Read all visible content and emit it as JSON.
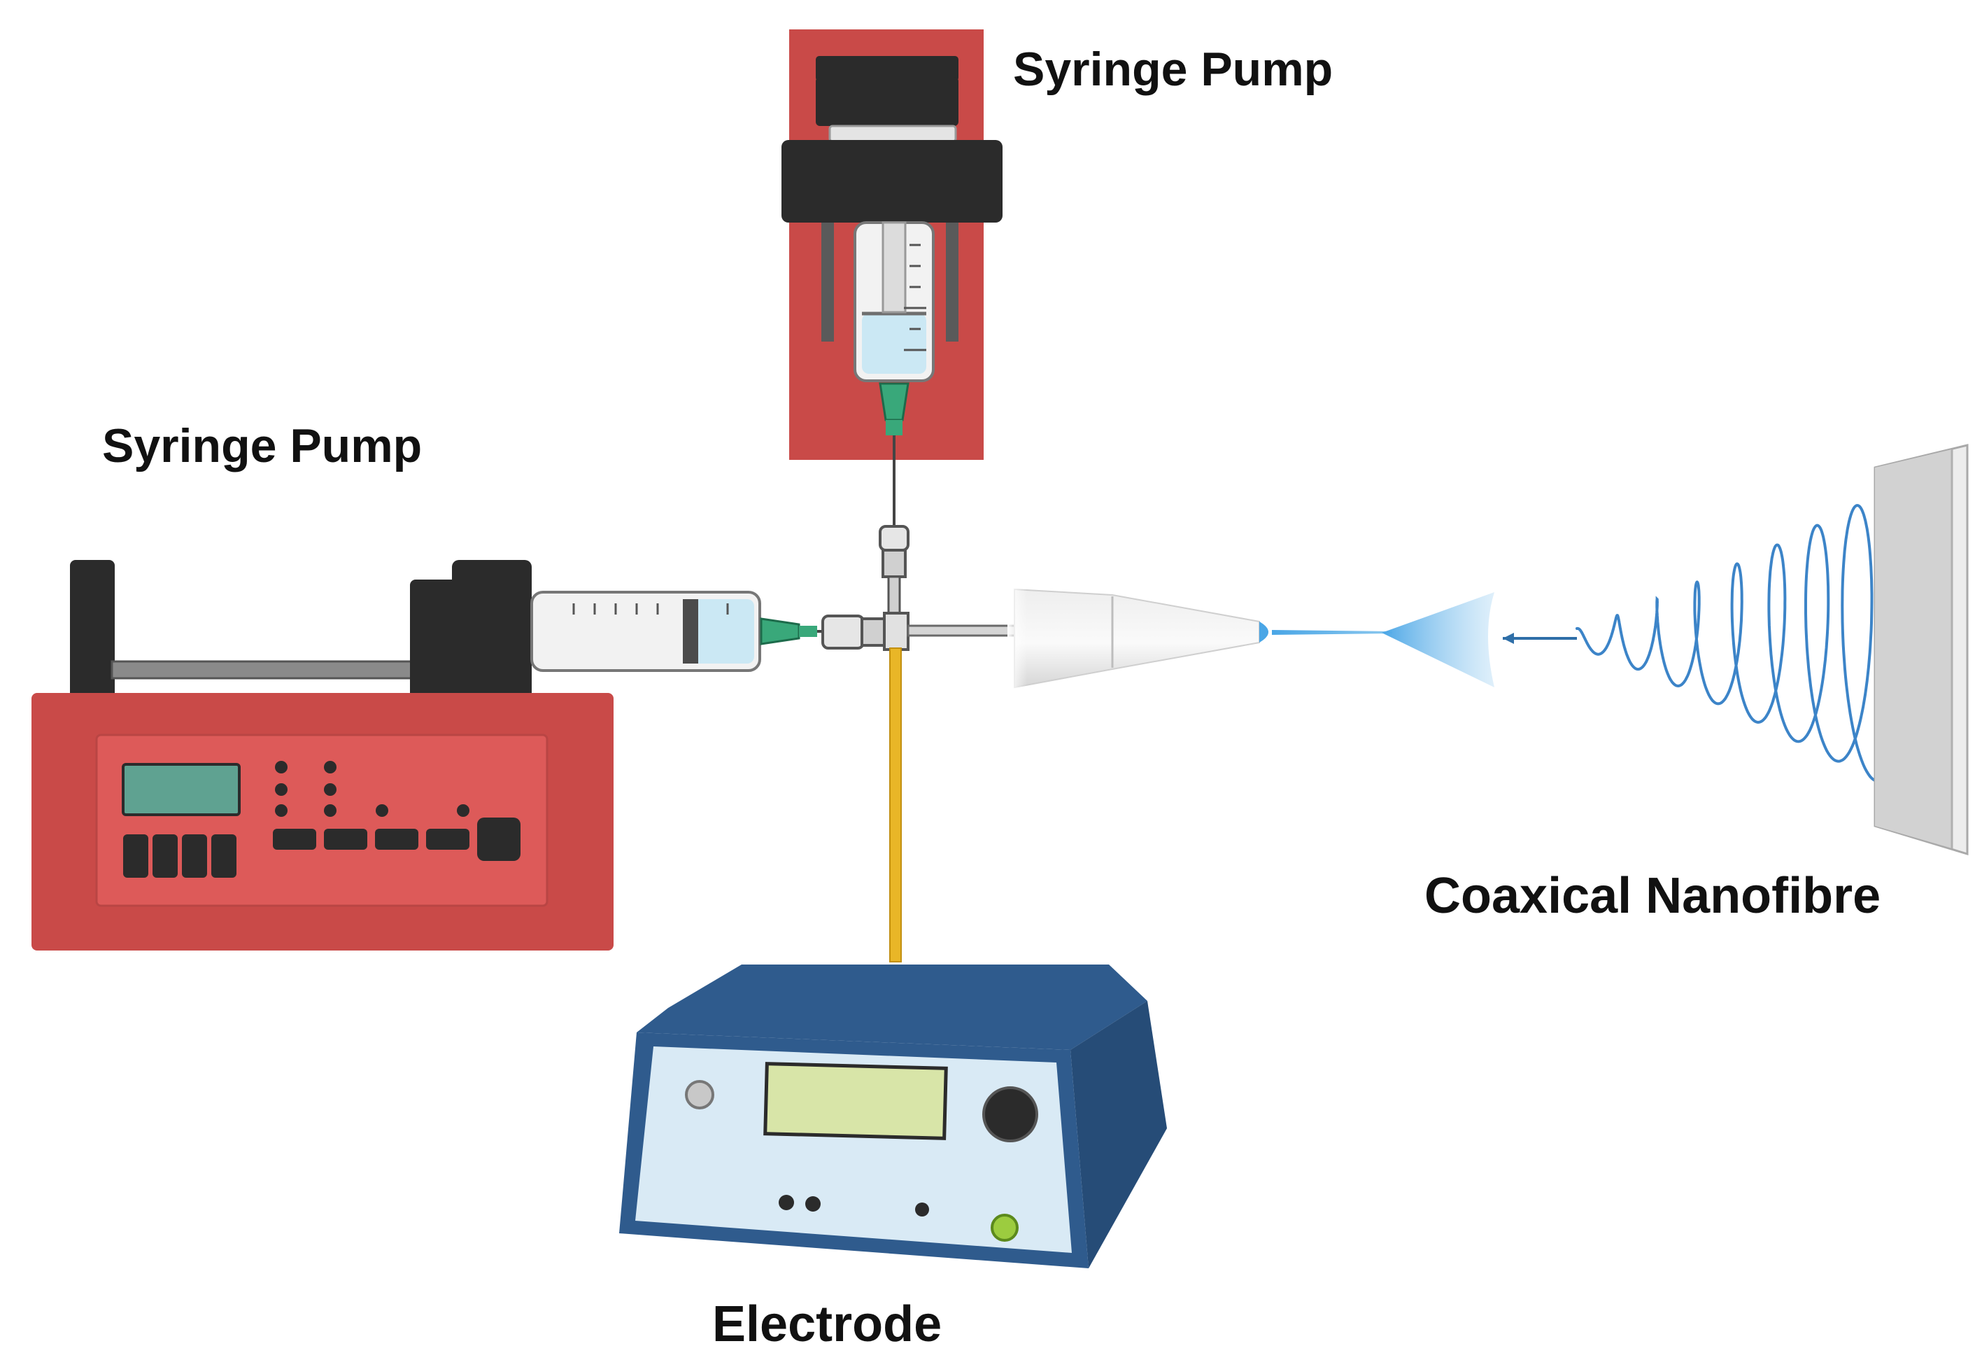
{
  "labels": {
    "top_pump": "Syringe Pump",
    "left_pump": "Syringe Pump",
    "nanofibre": "Coaxical Nanofibre",
    "electrode": "Electrode"
  },
  "colors": {
    "pump_red": "#c94a48",
    "pump_panel": "#dd5a59",
    "dark": "#2b2b2b",
    "display_teal": "#5fa291",
    "fluid_blue": "#cbe8f4",
    "needle_green": "#39a87a",
    "cable_yellow": "#e9b627",
    "electrode_blue": "#2f5b8d",
    "electrode_face": "#d9eaf5",
    "electrode_display": "#d8e5a8",
    "jet_blue": "#4aa6e6",
    "fibre_blue": "#3c84c8",
    "collector_gray": "#d2d2d2"
  }
}
